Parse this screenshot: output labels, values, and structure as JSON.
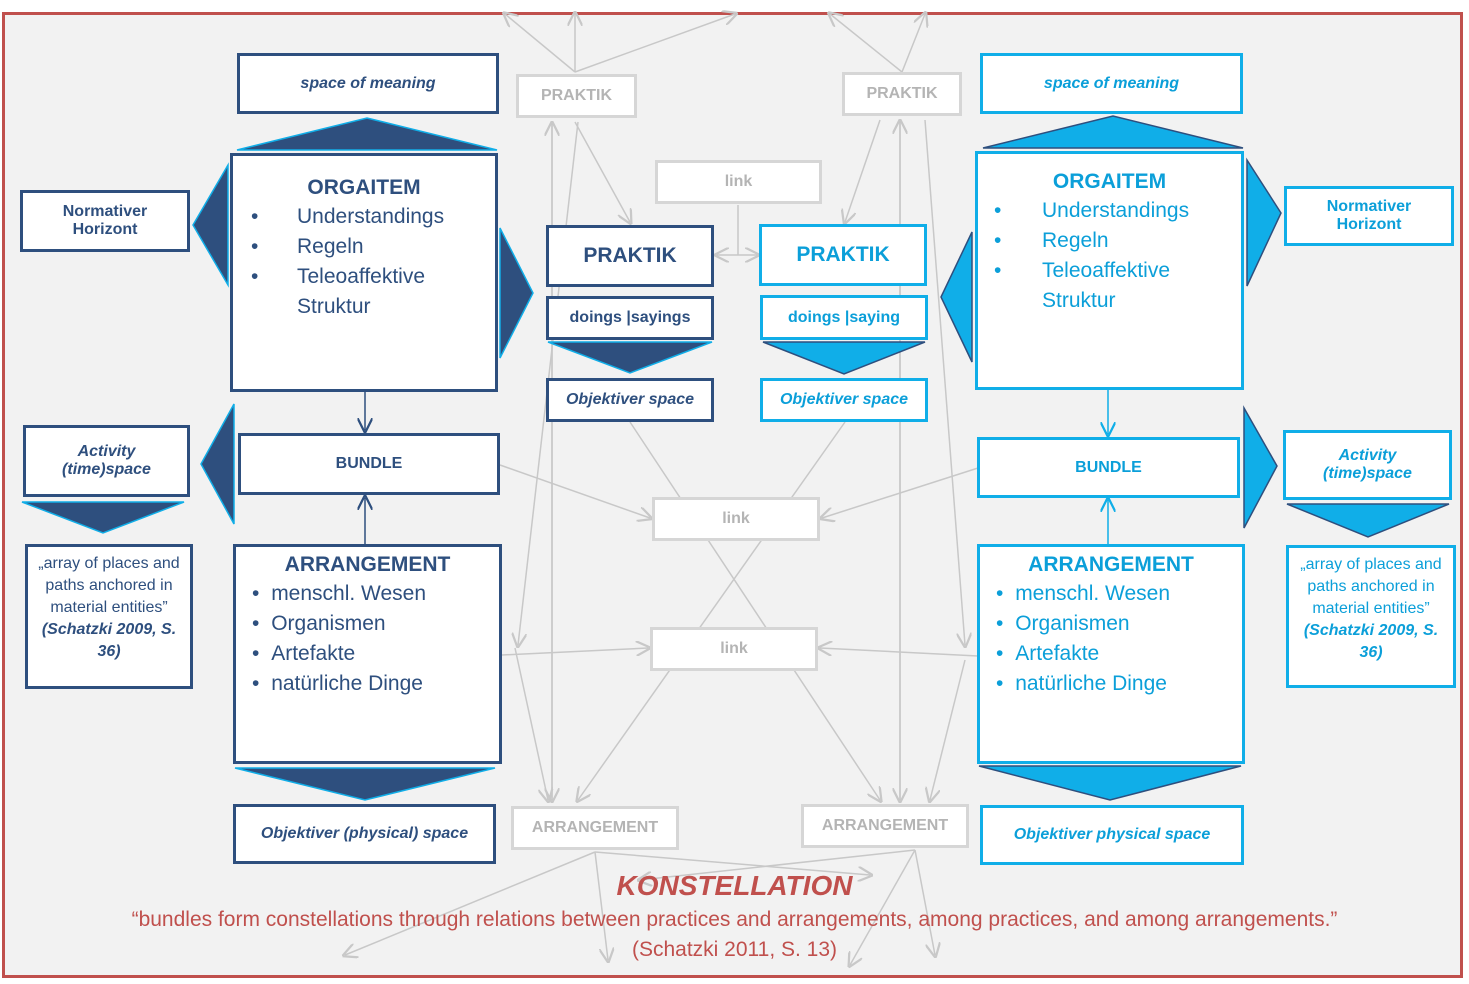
{
  "colors": {
    "dark": "#2e4f7e",
    "light": "#10aee8",
    "grey": "#d6d6d6",
    "frame": "#c0504d"
  },
  "left": {
    "space_of_meaning": "space of meaning",
    "normativer_horizont": "Normativer Horizont",
    "orgaitem_title": "ORGAITEM",
    "orgaitem_items": [
      "Understandings",
      "Regeln",
      "Teleoaffektive Struktur"
    ],
    "praktik": "PRAKTIK",
    "doings": "doings |sayings",
    "objektiver_space": "Objektiver space",
    "activity": "Activity (time)space",
    "bundle": "BUNDLE",
    "quote": "„array of places and paths anchored in material entities”",
    "quote_src": "(Schatzki 2009, S. 36)",
    "arrangement_title": "ARRANGEMENT",
    "arrangement_items": [
      "menschl. Wesen",
      "Organismen",
      "Artefakte",
      "natürliche Dinge"
    ],
    "physical_space": "Objektiver (physical) space"
  },
  "right": {
    "space_of_meaning": "space of meaning",
    "normativer_horizont": "Normativer Horizont",
    "orgaitem_title": "ORGAITEM",
    "orgaitem_items": [
      "Understandings",
      "Regeln",
      "Teleoaffektive Struktur"
    ],
    "praktik": "PRAKTIK",
    "doings": "doings |saying",
    "objektiver_space": "Objektiver space",
    "activity": "Activity (time)space",
    "bundle": "BUNDLE",
    "quote": "„array of places and paths anchored in material entities”",
    "quote_src": "(Schatzki 2009, S. 36)",
    "arrangement_title": "ARRANGEMENT",
    "arrangement_items": [
      "menschl. Wesen",
      "Organismen",
      "Artefakte",
      "natürliche Dinge"
    ],
    "physical_space": "Objektiver physical space"
  },
  "grey": {
    "praktik_left": "PRAKTIK",
    "praktik_right": "PRAKTIK",
    "link_top": "link",
    "link_mid": "link",
    "link_low": "link",
    "arrangement_left": "ARRANGEMENT",
    "arrangement_right": "ARRANGEMENT"
  },
  "konstellation": {
    "title": "KONSTELLATION",
    "quote": "“bundles form constellations through relations between practices and arrangements, among practices, and among arrangements.”",
    "source": "(Schatzki 2011, S. 13)"
  }
}
